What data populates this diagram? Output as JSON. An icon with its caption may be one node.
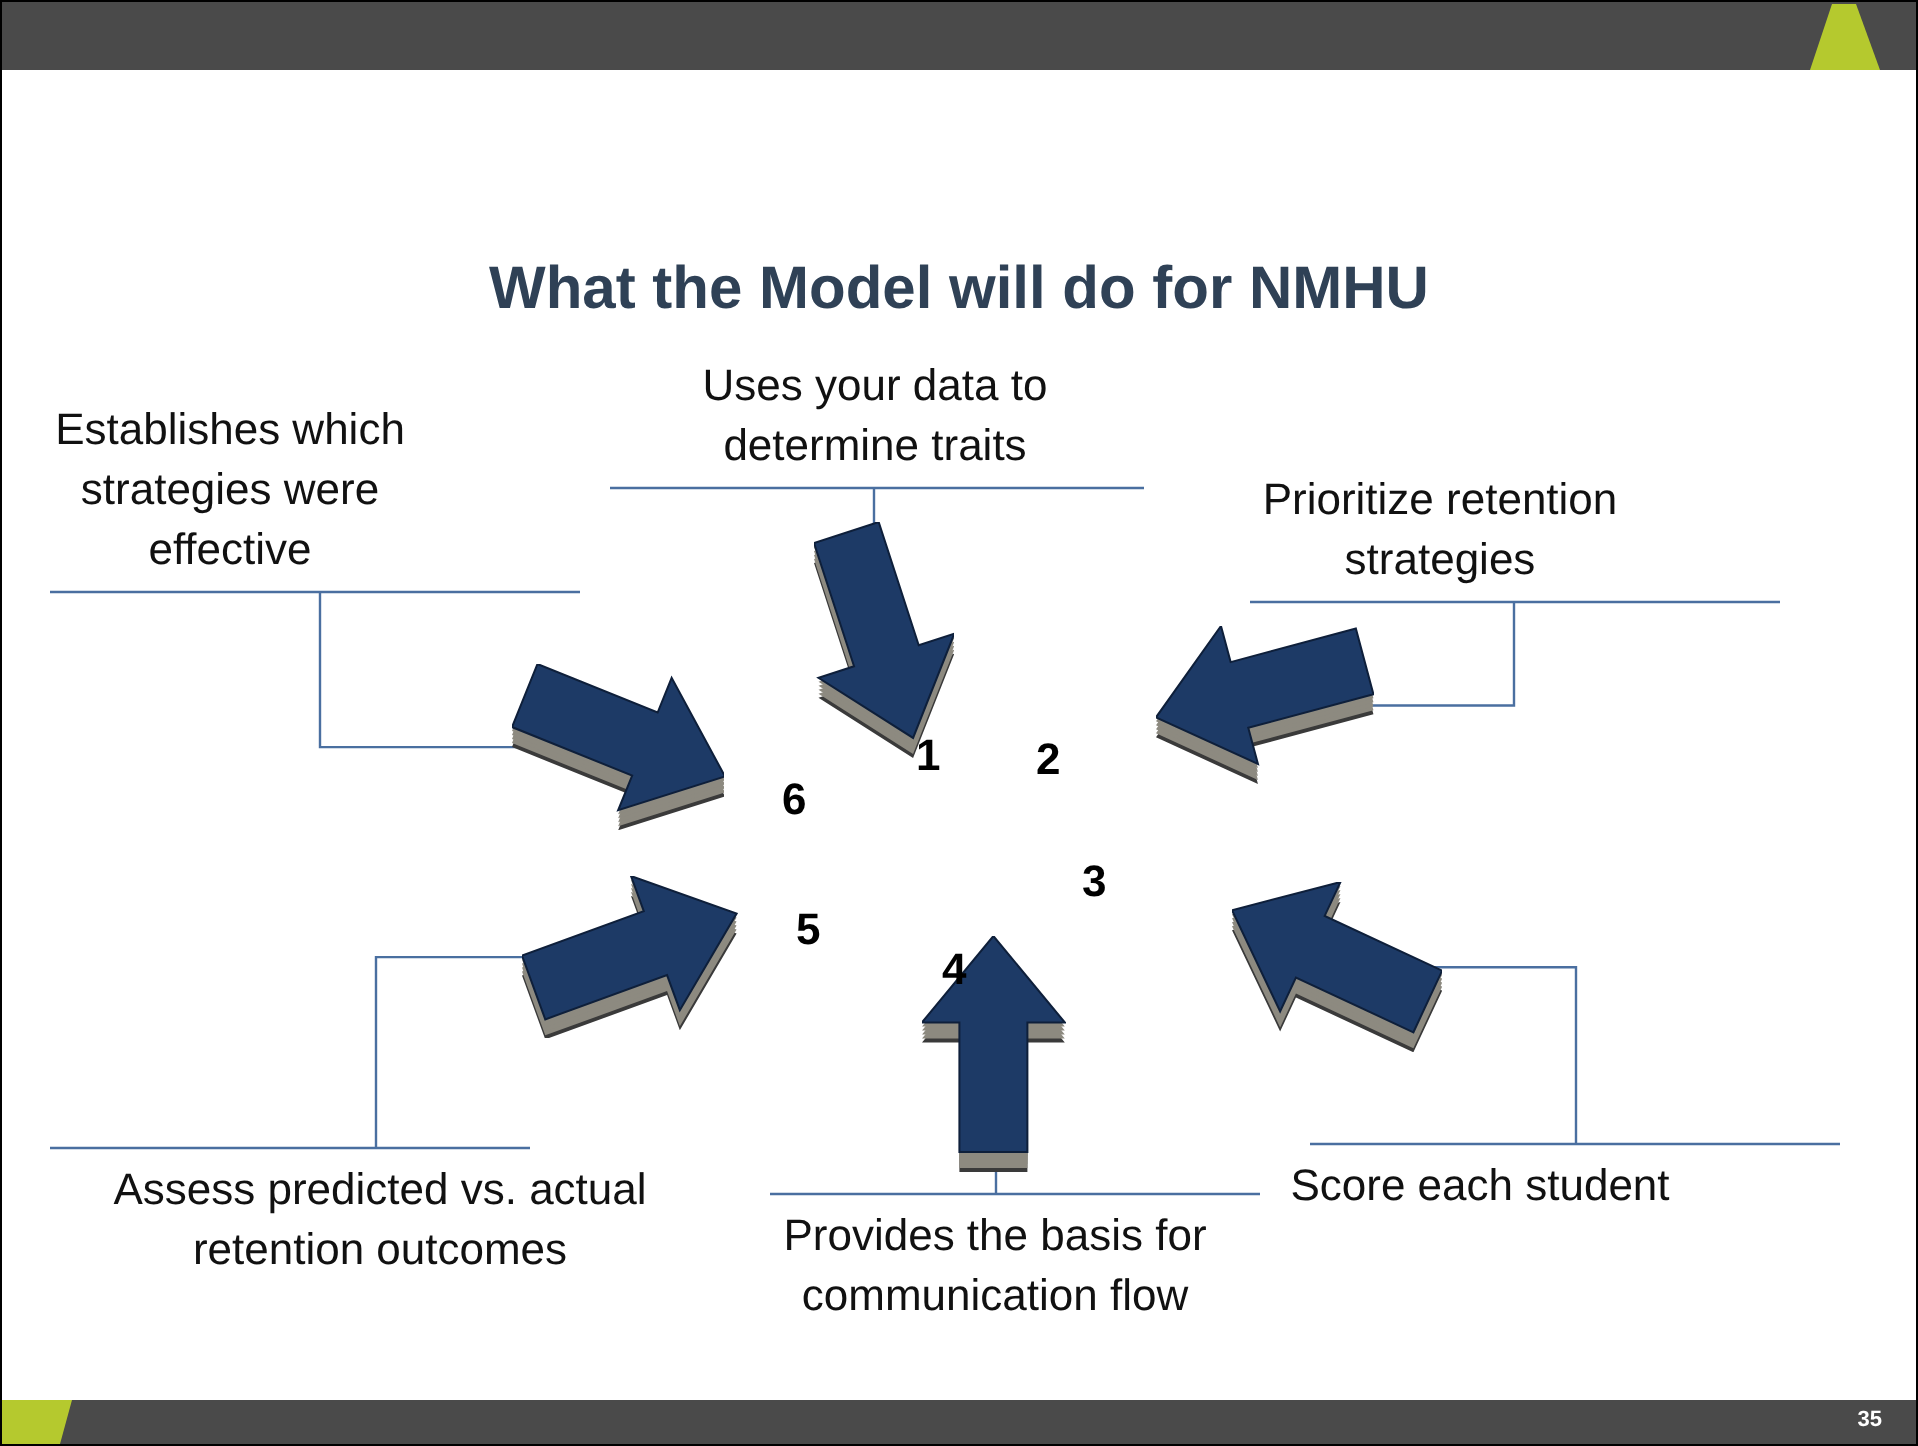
{
  "diagram": {
    "title": "What the Model will do for NMHU",
    "nodes": [
      {
        "text": [
          "Uses your data to determine traits"
        ]
      },
      {
        "text": [],
        "shape": "arrow"
      },
      {
        "text": [
          "Prioritize retention strategies"
        ]
      },
      {
        "text": [],
        "shape": "arrow"
      },
      {
        "text": [
          "Score each student"
        ]
      },
      {
        "text": [],
        "shape": "arrow"
      },
      {
        "text": [
          "Provides the basis for communication flow"
        ]
      },
      {
        "text": [],
        "shape": "arrow"
      },
      {
        "text": [
          "Assess predicted vs. actual retention outcomes"
        ]
      },
      {
        "text": [],
        "shape": "arrow"
      },
      {
        "text": [
          "Establishes which strategies were effective"
        ]
      },
      {
        "text": [],
        "shape": "arrow"
      }
    ],
    "edges": [
      {
        "from": 0,
        "to": 1,
        "arrow": "none"
      },
      {
        "from": 2,
        "to": 3,
        "arrow": "none"
      },
      {
        "from": 4,
        "to": 5,
        "arrow": "none"
      },
      {
        "from": 6,
        "to": 7,
        "arrow": "none"
      },
      {
        "from": 8,
        "to": 9,
        "arrow": "none"
      },
      {
        "from": 10,
        "to": 11,
        "arrow": "none"
      }
    ],
    "labels": [
      "1",
      "2",
      "3",
      "4",
      "5",
      "6",
      "35"
    ]
  }
}
